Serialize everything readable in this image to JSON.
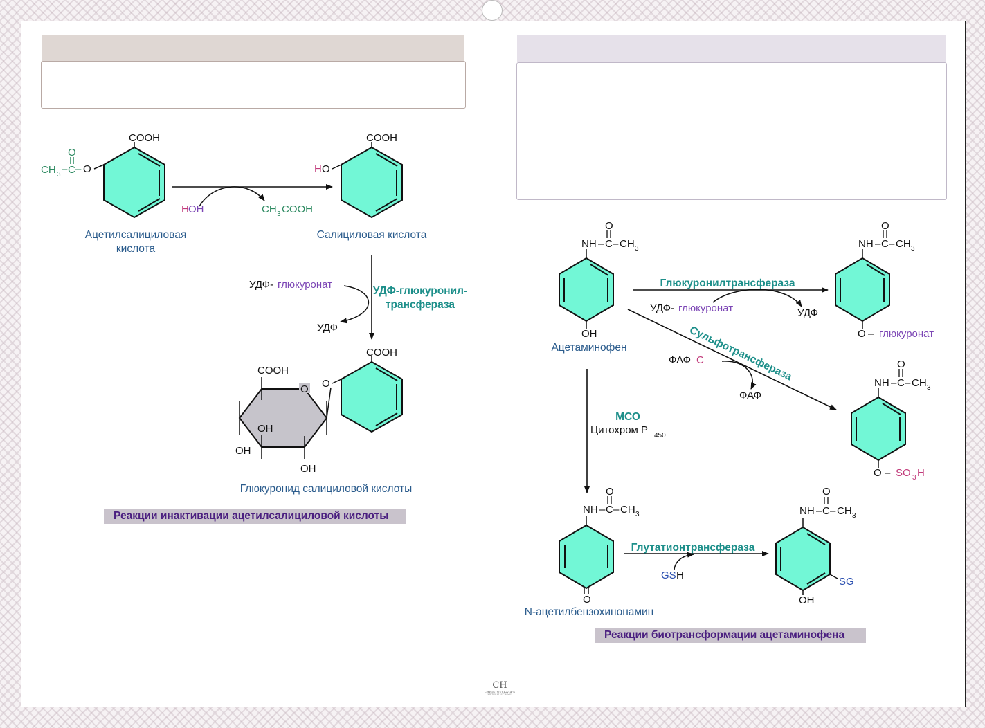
{
  "left_panel": {
    "aspirin_name_1": "Ацетилсалициловая",
    "aspirin_name_2": "кислота",
    "salicylic_name": "Салициловая кислота",
    "reagent_in_h": "H",
    "reagent_in_oh": "OH",
    "product_out_1": "CH",
    "product_out_sub": "3",
    "product_out_2": "COOH",
    "donor_prefix": "УДФ-",
    "donor_suffix": "глюкуронат",
    "enzyme_1": "УДФ-глюкуронил-",
    "enzyme_2": "трансфераза",
    "released": "УДФ",
    "glucuronide_name": "Глюкуронид салициловой кислоты",
    "caption": "Реакции инактивации ацетилсалициловой кислоты"
  },
  "right_panel": {
    "acetaminophen_name": "Ацетаминофен",
    "enzyme_glucuronyl": "Глюкуронилтрансфераза",
    "donor_prefix": "УДФ-",
    "donor_suffix": "глюкуронат",
    "released_udf": "УДФ",
    "product_glucuronate": "глюкуронат",
    "enzyme_sulfo": "Сульфотрансфераза",
    "fafs_prefix": "ФАФ",
    "fafs_suffix": "С",
    "faf": "ФАФ",
    "sulfo_group_1": "SO",
    "sulfo_group_sub": "3",
    "sulfo_group_2": "H",
    "mco": "МСО",
    "cytochrome": "Цитохром P",
    "cytochrome_sub": "450",
    "napqi_name": "N-ацетилбензохинонамин",
    "enzyme_gst": "Глутатионтрансфераза",
    "gsh_gs": "GS",
    "gsh_h": "H",
    "sg": "SG",
    "caption": "Реакции биотрансформации ацетаминофена"
  },
  "chem_labels": {
    "cooh": "COOH",
    "o": "O",
    "oh": "OH",
    "ho_h": "H",
    "ho_o": "O",
    "ch": "CH",
    "sub3": "3",
    "c": "C",
    "nh": "NH",
    "dash": "–",
    "acetyl_c": "C"
  },
  "logo": {
    "monogram": "CH",
    "line1": "CHRISTOVSKAYA'S",
    "line2": "MEDICAL SCHOOL"
  },
  "colors": {
    "ring_fill": "#72f7d6",
    "sugar_fill": "#c6c4cb",
    "teal_text": "#1d8f8a",
    "blue_text": "#2a5b8c",
    "violet_text": "#7c46b5",
    "magenta_text": "#c13a7a",
    "green_text": "#2d8a61",
    "caption_text": "#4b2080"
  }
}
